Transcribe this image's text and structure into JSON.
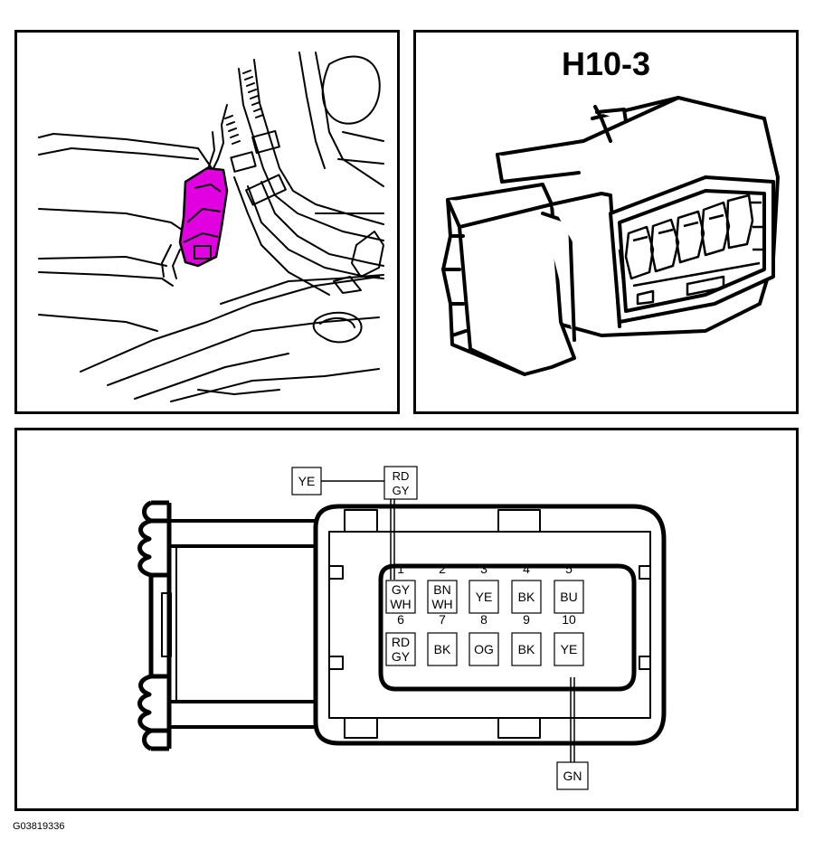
{
  "connector": {
    "title": "H10-3",
    "highlight_color": "#e000e0"
  },
  "pinout": {
    "external_labels": {
      "pin1_partner": "YE",
      "pin6_partner": "GN"
    },
    "pins": [
      {
        "number": "1",
        "color_line1": "GY",
        "color_line2": "WH"
      },
      {
        "number": "2",
        "color_line1": "BN",
        "color_line2": "WH"
      },
      {
        "number": "3",
        "color_line1": "YE",
        "color_line2": ""
      },
      {
        "number": "4",
        "color_line1": "BK",
        "color_line2": ""
      },
      {
        "number": "5",
        "color_line1": "BU",
        "color_line2": ""
      },
      {
        "number": "6",
        "color_line1": "RD",
        "color_line2": "GY"
      },
      {
        "number": "7",
        "color_line1": "BK",
        "color_line2": ""
      },
      {
        "number": "8",
        "color_line1": "OG",
        "color_line2": ""
      },
      {
        "number": "9",
        "color_line1": "BK",
        "color_line2": ""
      },
      {
        "number": "10",
        "color_line1": "YE",
        "color_line2": ""
      }
    ],
    "tagged_wire": {
      "color_line1": "RD",
      "color_line2": "GY"
    }
  },
  "figure_id": "G03819336"
}
